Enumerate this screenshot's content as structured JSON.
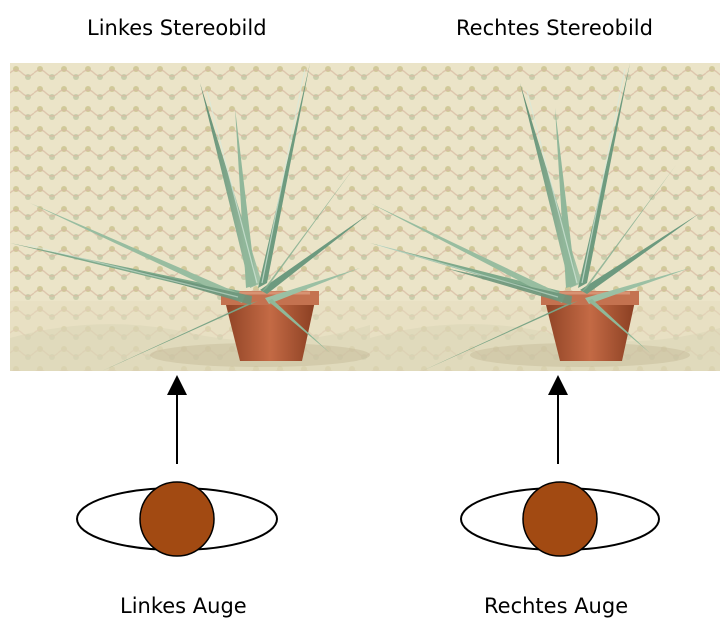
{
  "titles": {
    "left": "Linkes Stereobild",
    "right": "Rechtes Stereobild"
  },
  "captions": {
    "left": "Linkes Auge",
    "right": "Rechtes Auge"
  },
  "colors": {
    "iris": "#a24a12",
    "arrow": "#000000",
    "eye_outline": "#000000",
    "background_fabric": "#e9e2c6",
    "pot": "#b05c3a",
    "leaves": "#7fa58a"
  },
  "images": {
    "left_photo": "aloe-plant-photo",
    "right_photo": "aloe-plant-photo"
  }
}
